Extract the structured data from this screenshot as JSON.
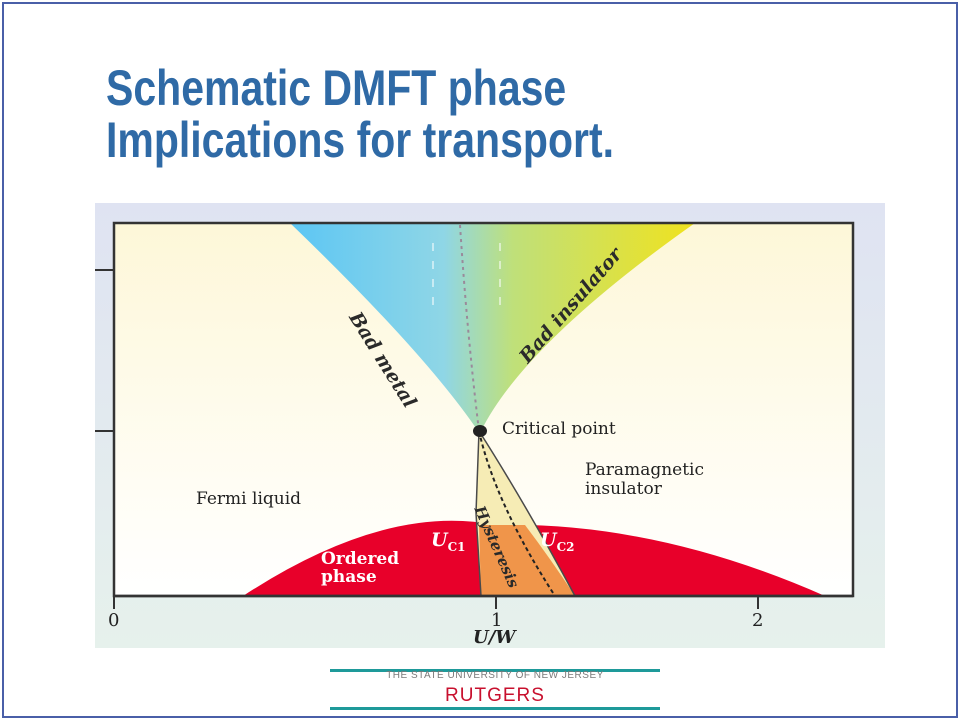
{
  "slide": {
    "title_line1": "Schematic DMFT phase",
    "title_line2": "Implications for transport."
  },
  "diagram": {
    "regions": {
      "bad_metal": "Bad metal",
      "bad_insulator": "Bad insulator",
      "critical_point": "Critical point",
      "paramagnetic_insulator_1": "Paramagnetic",
      "paramagnetic_insulator_2": "insulator",
      "fermi_liquid": "Fermi liquid",
      "hysteresis": "Hysteresis",
      "ordered_phase_1": "Ordered",
      "ordered_phase_2": "phase",
      "uc1_main": "U",
      "uc1_sub": "C1",
      "uc2_main": "U",
      "uc2_sub": "C2"
    },
    "x_axis": {
      "label": "U/W",
      "ticks": [
        "0",
        "1",
        "2"
      ]
    },
    "colors": {
      "background": "#fdf9e2",
      "ordered": "#e8002a",
      "hysteresis": "#f0954a",
      "bad_metal": "#6fcdf2",
      "bad_insulator": "#ece22c"
    }
  },
  "footer": {
    "university": "THE STATE UNIVERSITY OF NEW JERSEY",
    "name": "RUTGERS"
  }
}
